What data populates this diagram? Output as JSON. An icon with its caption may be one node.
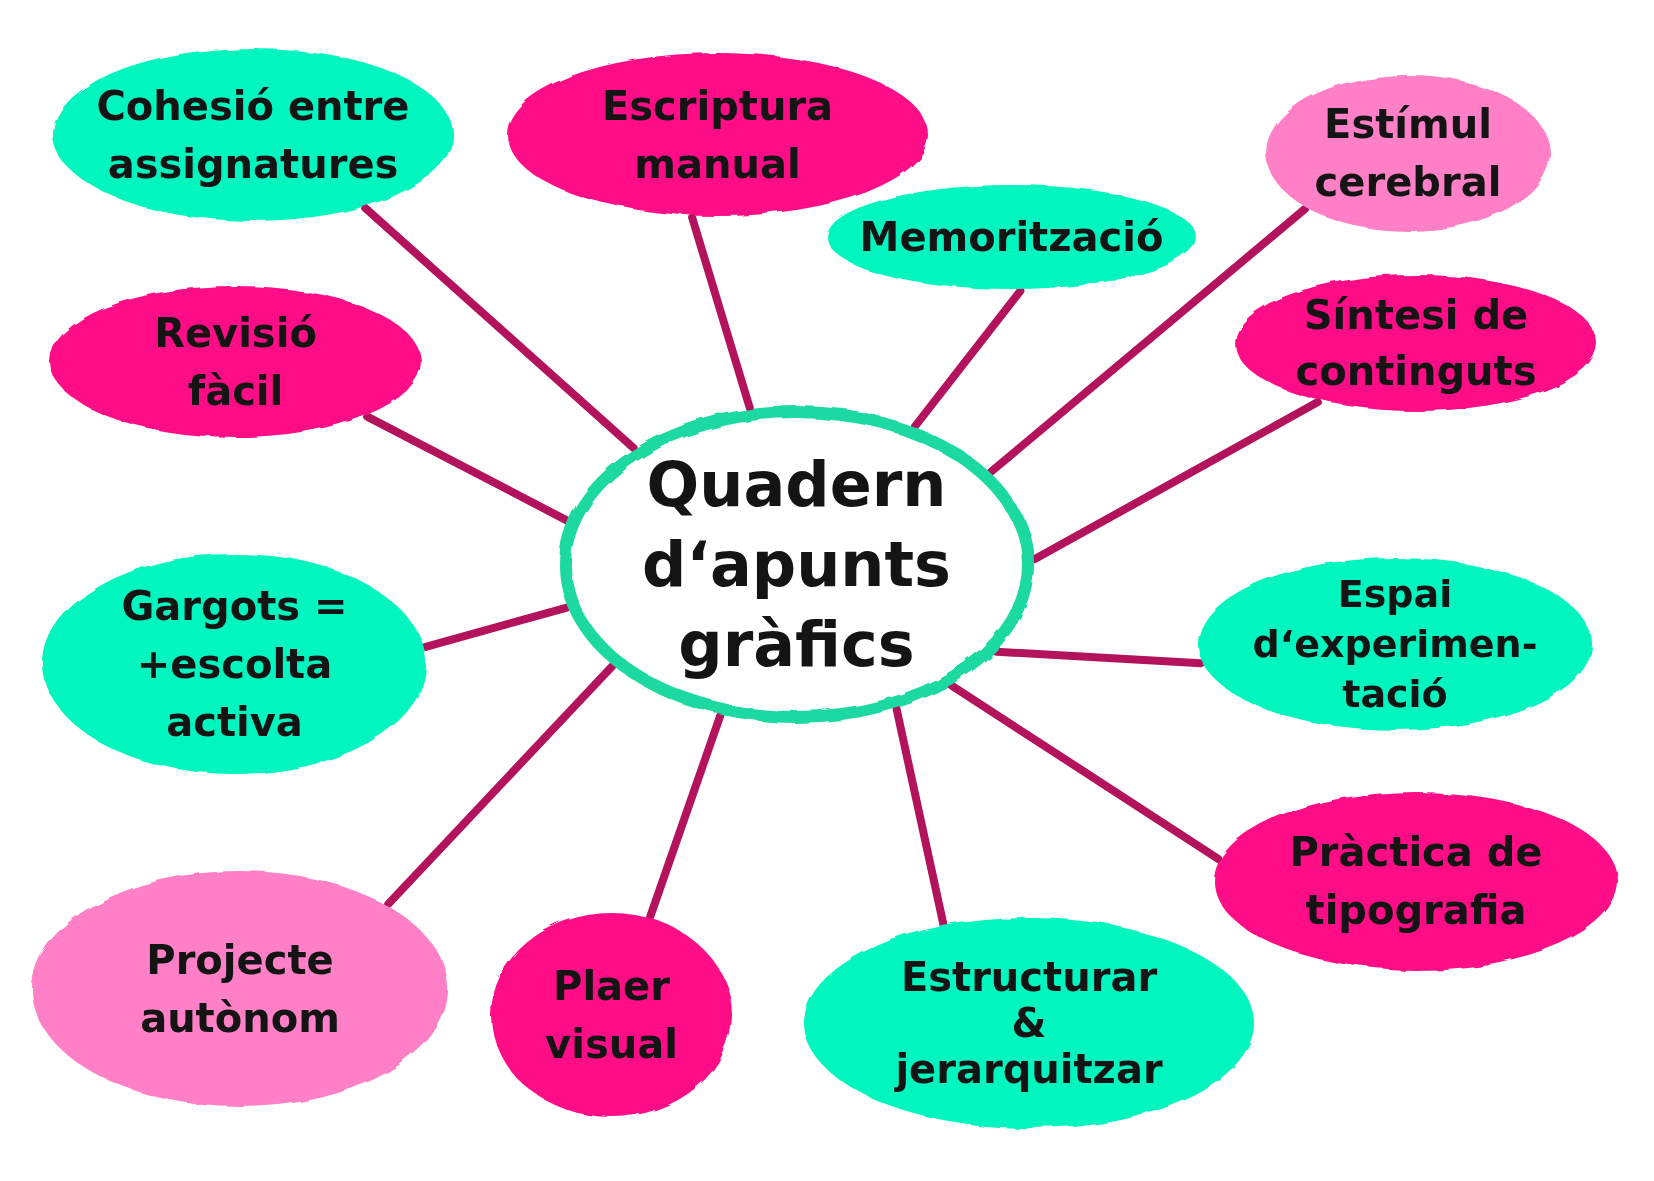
{
  "diagram": {
    "nodes": [
      {
        "text": [
          "Quadern d‘apunts gràfics"
        ]
      },
      {
        "text": [
          "Cohesió entre assignatures"
        ]
      },
      {
        "text": [
          "Escriptura manual"
        ]
      },
      {
        "text": [
          "Memorització"
        ]
      },
      {
        "text": [
          "Estímul cerebral"
        ]
      },
      {
        "text": [
          "Revisió fàcil"
        ]
      },
      {
        "text": [
          "Síntesi de continguts"
        ]
      },
      {
        "text": [
          "Gargots = +escolta activa"
        ]
      },
      {
        "text": [
          "Espai d‘experimen- tació"
        ]
      },
      {
        "text": [
          "Pràctica de tipografia"
        ]
      },
      {
        "text": [
          "Projecte autònom"
        ]
      },
      {
        "text": [
          "Plaer visual"
        ]
      },
      {
        "text": [
          "Estructurar & jerarquitzar"
        ]
      }
    ],
    "edges": [
      {
        "from": 0,
        "to": 1,
        "arrow": "none"
      },
      {
        "from": 0,
        "to": 2,
        "arrow": "none"
      },
      {
        "from": 0,
        "to": 3,
        "arrow": "none"
      },
      {
        "from": 0,
        "to": 4,
        "arrow": "none"
      },
      {
        "from": 0,
        "to": 5,
        "arrow": "none"
      },
      {
        "from": 0,
        "to": 6,
        "arrow": "none"
      },
      {
        "from": 0,
        "to": 7,
        "arrow": "none"
      },
      {
        "from": 0,
        "to": 8,
        "arrow": "none"
      },
      {
        "from": 0,
        "to": 9,
        "arrow": "none"
      },
      {
        "from": 0,
        "to": 10,
        "arrow": "none"
      },
      {
        "from": 0,
        "to": 11,
        "arrow": "none"
      },
      {
        "from": 0,
        "to": 12,
        "arrow": "none"
      }
    ]
  }
}
